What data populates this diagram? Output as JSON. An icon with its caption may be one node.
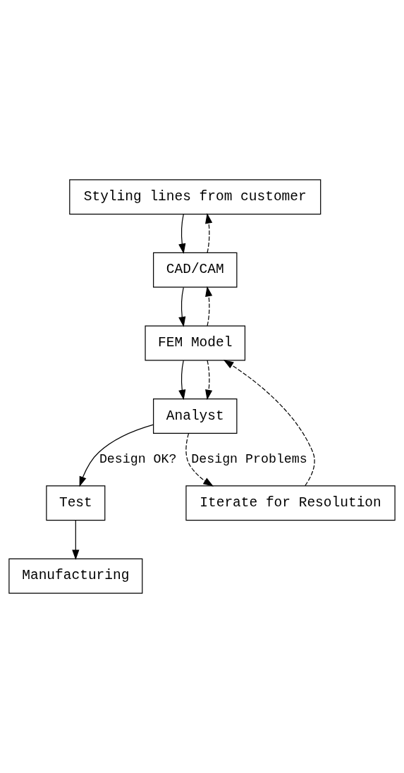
{
  "diagram": {
    "nodes": [
      {
        "text": [
          "Styling lines from customer"
        ]
      },
      {
        "text": [
          "CAD/CAM"
        ]
      },
      {
        "text": [
          "FEM Model"
        ]
      },
      {
        "text": [
          "Analyst"
        ]
      },
      {
        "text": [
          "Iterate for Resolution"
        ]
      },
      {
        "text": [
          "Test"
        ]
      },
      {
        "text": [
          "Manufacturing"
        ]
      }
    ],
    "edges": [
      {
        "from": 0,
        "to": 1,
        "arrow": "to"
      },
      {
        "from": 1,
        "to": 0,
        "arrow": "to",
        "style": "dashed"
      },
      {
        "from": 1,
        "to": 2,
        "arrow": "to"
      },
      {
        "from": 2,
        "to": 1,
        "arrow": "to",
        "style": "dashed"
      },
      {
        "from": 2,
        "to": 3,
        "arrow": "to"
      },
      {
        "from": 2,
        "to": 3,
        "arrow": "to",
        "style": "dashed"
      },
      {
        "from": 3,
        "to": 5,
        "arrow": "to",
        "label": "Design OK?"
      },
      {
        "from": 3,
        "to": 4,
        "arrow": "to",
        "style": "dashed",
        "label": "Design Problems"
      },
      {
        "from": 4,
        "to": 2,
        "arrow": "to",
        "style": "dashed"
      },
      {
        "from": 5,
        "to": 6,
        "arrow": "to"
      }
    ]
  }
}
